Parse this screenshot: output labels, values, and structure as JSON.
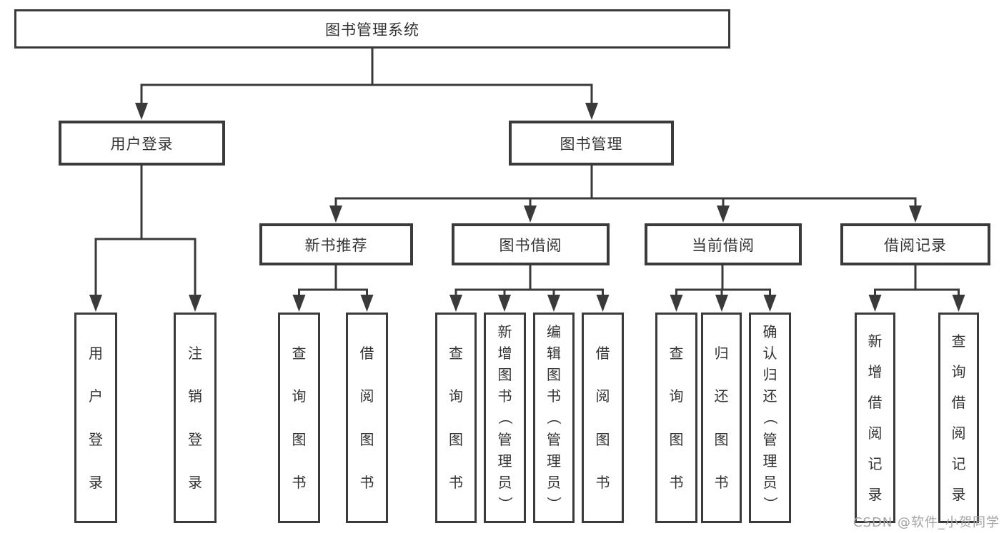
{
  "diagram": {
    "root": {
      "label": "图书管理系统"
    },
    "level2": [
      {
        "label": "用户登录",
        "children": [
          {
            "label": "用户登录"
          },
          {
            "label": "注销登录"
          }
        ]
      },
      {
        "label": "图书管理",
        "children": [
          {
            "label": "新书推荐",
            "children": [
              {
                "label": "查询图书"
              },
              {
                "label": "借阅图书"
              }
            ]
          },
          {
            "label": "图书借阅",
            "children": [
              {
                "label": "查询图书"
              },
              {
                "label": "新增图书（管理员）"
              },
              {
                "label": "编辑图书（管理员）"
              },
              {
                "label": "借阅图书"
              }
            ]
          },
          {
            "label": "当前借阅",
            "children": [
              {
                "label": "查询图书"
              },
              {
                "label": "归还图书"
              },
              {
                "label": "确认归还（管理员）"
              }
            ]
          },
          {
            "label": "借阅记录",
            "children": [
              {
                "label": "新增借阅记录"
              },
              {
                "label": "查询借阅记录"
              }
            ]
          }
        ]
      }
    ]
  },
  "watermark": {
    "text": "CSDN @软件_小贺同学"
  },
  "colors": {
    "line": "#3a3a3a",
    "text": "#333333",
    "box_background": "#ffffff",
    "watermark": "#a3a3a3",
    "page_background": "#ffffff"
  }
}
